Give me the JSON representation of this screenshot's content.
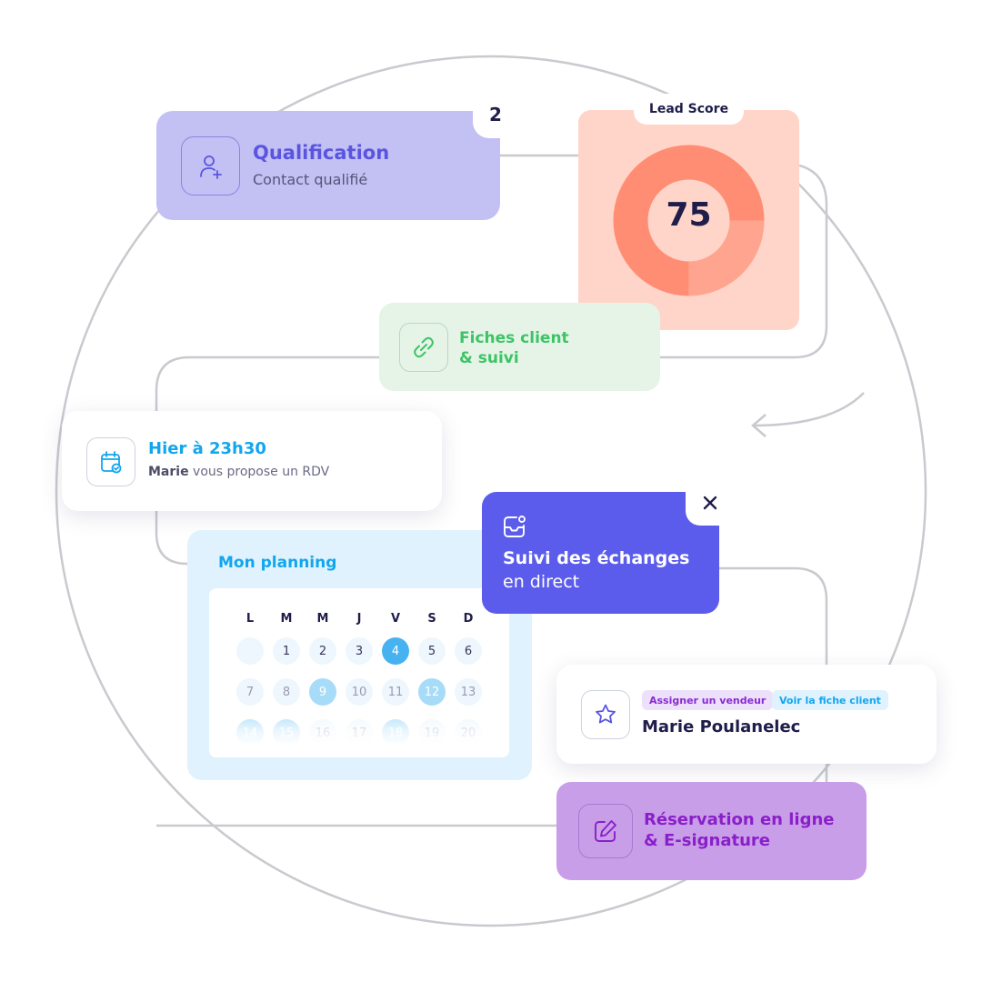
{
  "colors": {
    "qualification_bg": "#c3c0f3",
    "qualification_accent": "#5a55e0",
    "lead_score_bg": "#ffd5c9",
    "donut_dark": "#ff8d74",
    "donut_light": "#ffa58f",
    "donut_center": "#ffd5c9",
    "fiches_bg": "#e6f4e8",
    "fiches_accent": "#3cc466",
    "blue_accent": "#12a6ee",
    "planning_bg": "#e0f2fd",
    "suivi_bg": "#5b5ceb",
    "reservation_bg": "#c99ee8",
    "reservation_accent": "#8a1fc9",
    "connector_line": "#c9c9cf"
  },
  "qualification": {
    "icon": "user-plus-icon",
    "title": "Qualification",
    "subtitle": "Contact qualifié",
    "badge": "2"
  },
  "lead_score": {
    "label": "Lead Score",
    "value": "75",
    "score_percent": 75
  },
  "fiches": {
    "icon": "link-icon",
    "line1": "Fiches client",
    "line2": "& suivi"
  },
  "notification": {
    "icon": "calendar-check-icon",
    "title": "Hier à 23h30",
    "sender": "Marie",
    "message": "vous propose un RDV"
  },
  "planning": {
    "title": "Mon planning",
    "weekdays": [
      "L",
      "M",
      "M",
      "J",
      "V",
      "S",
      "D"
    ],
    "row1": [
      "",
      "1",
      "2",
      "3",
      "4",
      "5",
      "6"
    ],
    "row2": [
      "7",
      "8",
      "9",
      "10",
      "11",
      "12",
      "13"
    ],
    "row3": [
      "14",
      "15",
      "16",
      "17",
      "18",
      "19",
      "20"
    ]
  },
  "suivi": {
    "icon": "inbox-notification-icon",
    "title": "Suivi des échanges",
    "subtitle": "en direct",
    "close_icon": "close-icon"
  },
  "contact": {
    "icon": "star-icon",
    "tag_assign": "Assigner un vendeur",
    "tag_fiche": "Voir la fiche client",
    "name": "Marie Poulanelec"
  },
  "reservation": {
    "icon": "edit-icon",
    "line1": "Réservation en ligne",
    "line2": "& E-signature"
  }
}
